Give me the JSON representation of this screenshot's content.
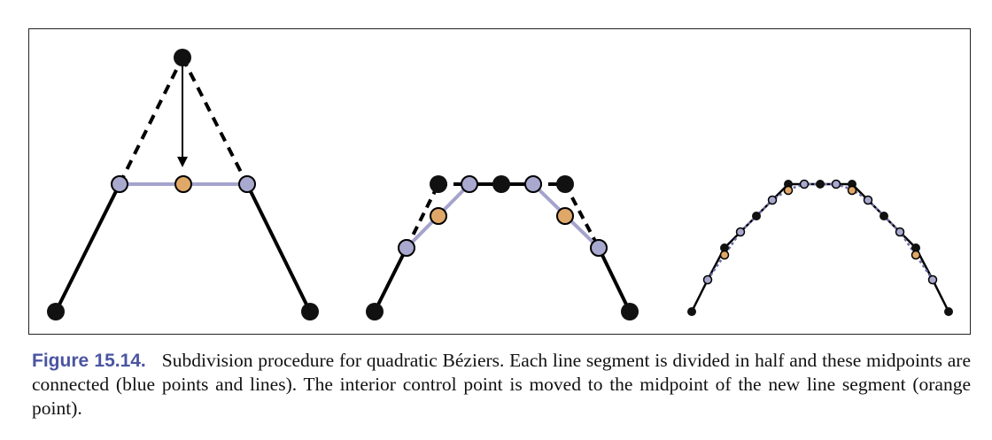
{
  "figure": {
    "label": "Figure 15.14.",
    "caption_text": "Subdivision procedure for quadratic Béziers. Each line segment is divided in half and these midpoints are connected (blue points and lines). The interior control point is moved to the midpoint of the new line segment (orange point)."
  },
  "colors": {
    "control": "#111111",
    "midpoint_fill": "#a9a9cf",
    "midpoint_line": "#a3a3cc",
    "new_point_fill": "#e0a868",
    "stroke": "#000000"
  },
  "icons": [
    "control-point",
    "midpoint",
    "moved-point",
    "arrow"
  ]
}
